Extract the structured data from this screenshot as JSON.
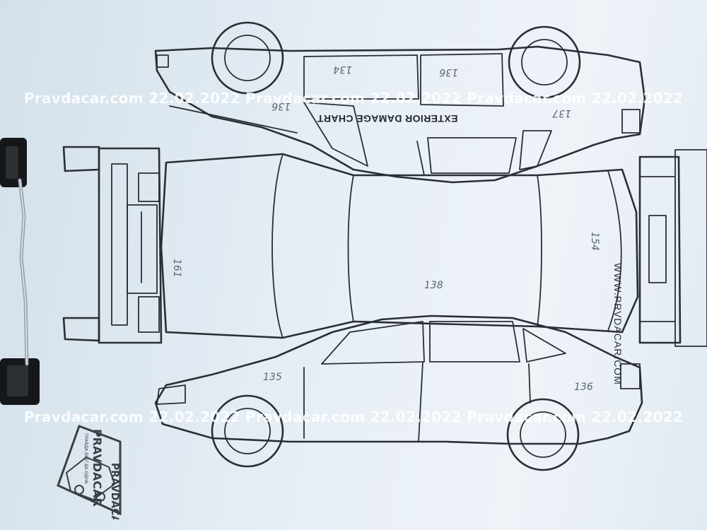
{
  "chart_title": "EXTERIOR DAMAGE CHART",
  "side_url": "WWW.PRVDACAR.COM",
  "watermark": {
    "top_line": "Pravdacar.com 22.02.2022 Pravdacar.com 22.02.2022 Pravdacar.com 22.02.2022",
    "bottom_line": "Pravdacar.com 22.02.2022 Pravdacar.com 22.02.2022 Pravdacar.com 22.02.2022"
  },
  "logo": {
    "brand": "PRAVDACAR",
    "tagline": "ПРАВДА ВСЕГДА ОДНА"
  },
  "measurements": {
    "hood": "138",
    "front_bumper": "161",
    "trunk": "154",
    "upper_rear_door": "134",
    "upper_front_door": "136",
    "upper_rear_fender": "137",
    "upper_front_fender": "136",
    "lower_front_door": "135",
    "lower_rear_fender": "136"
  },
  "colors": {
    "paper": "#e6eef5",
    "ink": "#2a2e36",
    "watermark": "#ffffff"
  }
}
